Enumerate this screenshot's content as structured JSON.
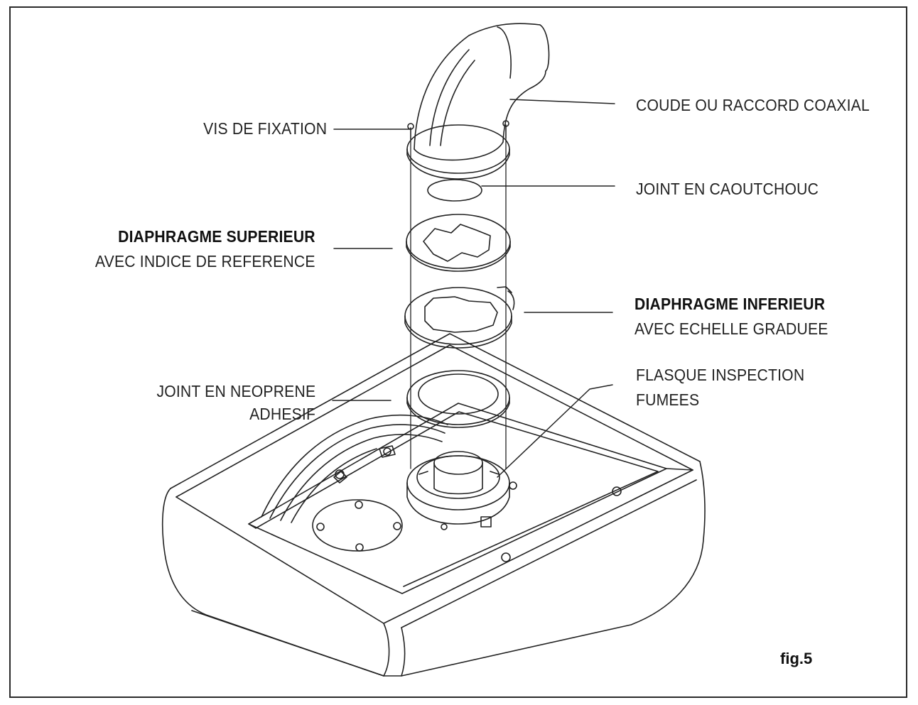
{
  "labels": {
    "vis_fixation": "VIS DE FIXATION",
    "coude": "COUDE OU RACCORD COAXIAL",
    "joint_caoutchouc": "JOINT EN CAOUTCHOUC",
    "diaphragme_superieur_title": "DIAPHRAGME SUPERIEUR",
    "diaphragme_superieur_sub": "AVEC INDICE DE REFERENCE",
    "diaphragme_inferieur_title": "DIAPHRAGME INFERIEUR",
    "diaphragme_inferieur_sub": "AVEC ECHELLE GRADUEE",
    "joint_neoprene_line1": "JOINT EN NEOPRENE",
    "joint_neoprene_line2": "ADHESIF",
    "flasque_line1": "FLASQUE INSPECTION",
    "flasque_line2": "FUMEES"
  },
  "figure": {
    "caption": "fig.5"
  },
  "colors": {
    "line": "#222222",
    "background": "#ffffff"
  }
}
